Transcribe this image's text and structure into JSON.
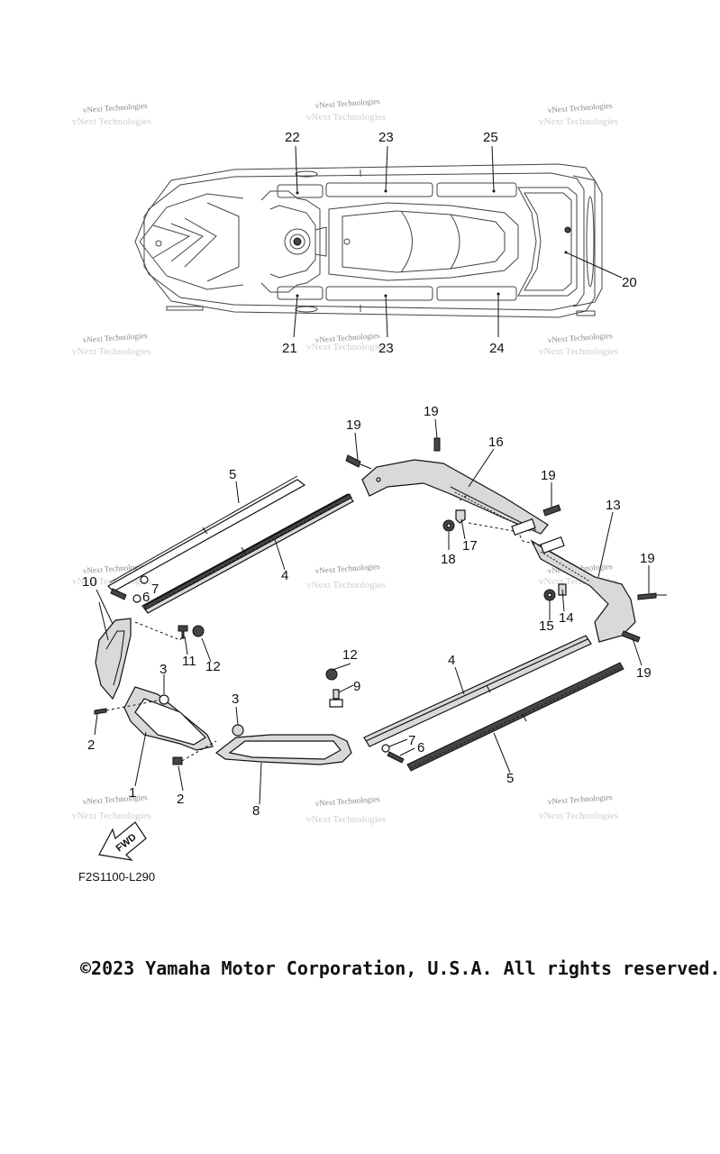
{
  "watermark": "vNext Technologies",
  "callouts": {
    "c22": "22",
    "c23a": "23",
    "c25": "25",
    "c20": "20",
    "c21": "21",
    "c23b": "23",
    "c24": "24",
    "c19a": "19",
    "c19b": "19",
    "c16": "16",
    "c19c": "19",
    "c13": "13",
    "c17": "17",
    "c18": "18",
    "c19d": "19",
    "c15": "15",
    "c14": "14",
    "c19e": "19",
    "c5a": "5",
    "c4a": "4",
    "c10": "10",
    "c7a": "7",
    "c6a": "6",
    "c11": "11",
    "c12a": "12",
    "c3a": "3",
    "c2a": "2",
    "c1": "1",
    "c3b": "3",
    "c2b": "2",
    "c8": "8",
    "c12b": "12",
    "c9": "9",
    "c4b": "4",
    "c7b": "7",
    "c6b": "6",
    "c5b": "5"
  },
  "fwd_label": "FWD",
  "diagram_code": "F2S1100-L290",
  "copyright": "©2023 Yamaha Motor Corporation, U.S.A. All rights reserved."
}
